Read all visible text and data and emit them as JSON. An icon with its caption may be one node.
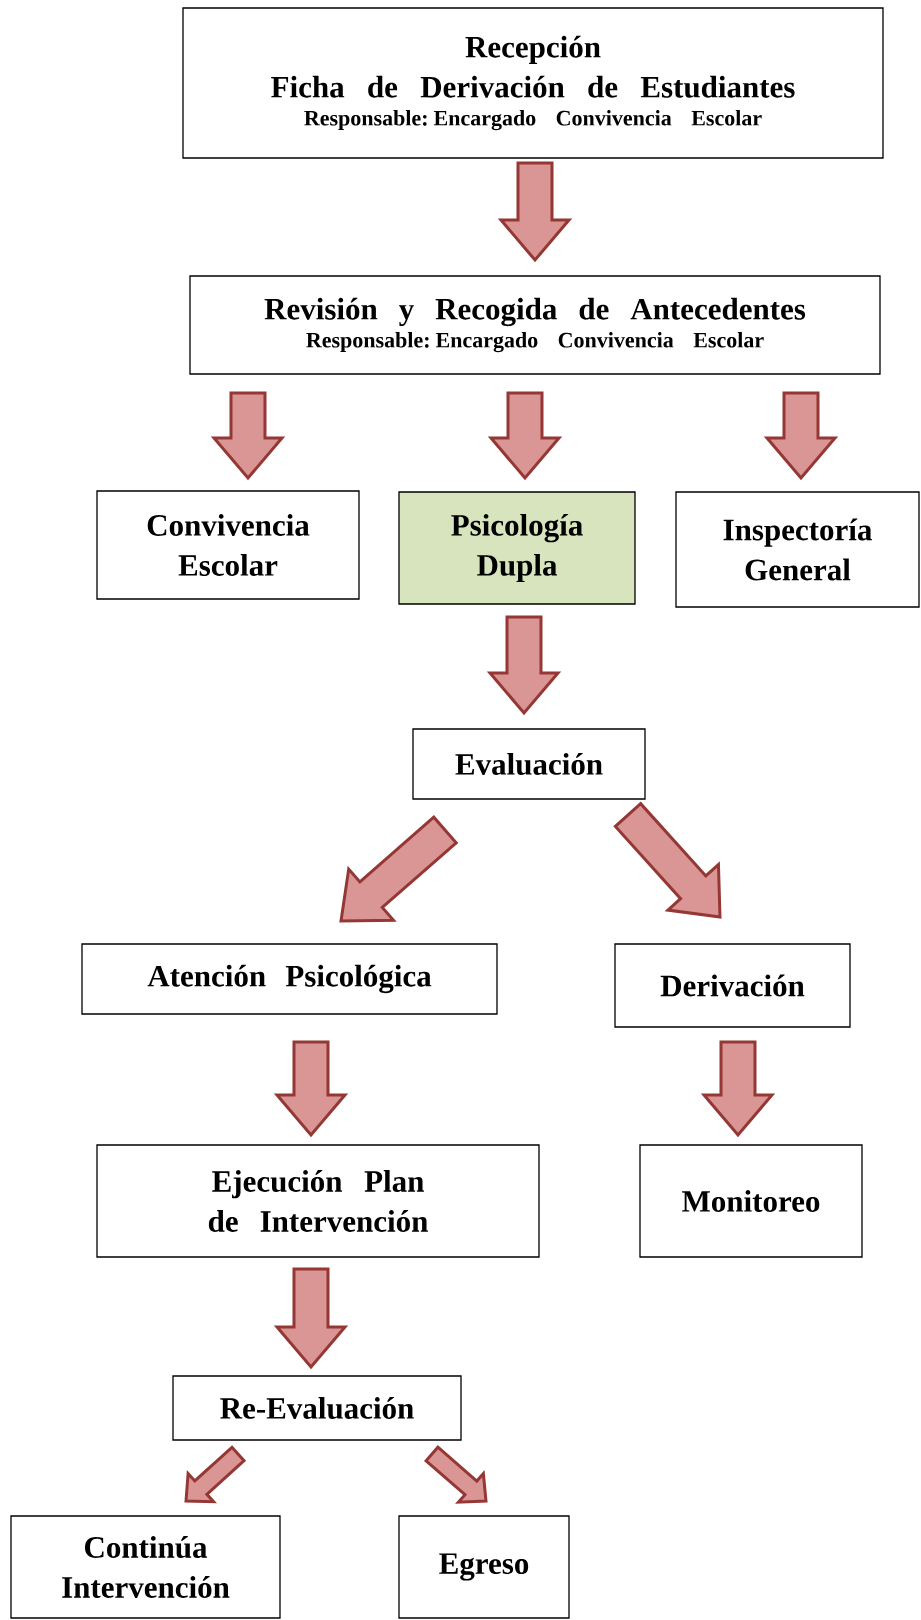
{
  "diagram": {
    "nodes": [
      {
        "text": [
          "Recepción",
          "Ficha de Derivación de Estudiantes",
          "Responsable: Encargado Convivencia Escolar"
        ]
      },
      {
        "text": [
          "Revisión y Recogida de Antecedentes",
          "Responsable: Encargado Convivencia Escolar"
        ]
      },
      {
        "text": [
          "Convivencia Escolar"
        ]
      },
      {
        "text": [
          "Psicología Dupla"
        ]
      },
      {
        "text": [
          "Inspectoría General"
        ]
      },
      {
        "text": [
          "Evaluación"
        ]
      },
      {
        "text": [
          "Atención Psicológica"
        ]
      },
      {
        "text": [
          "Derivación"
        ]
      },
      {
        "text": [
          "Ejecución Plan de Intervención"
        ]
      },
      {
        "text": [
          "Monitoreo"
        ]
      },
      {
        "text": [
          "Re-Evaluación"
        ]
      },
      {
        "text": [
          "Continúa Intervención"
        ]
      },
      {
        "text": [
          "Egreso"
        ]
      }
    ],
    "edges": [
      {
        "from": 0,
        "to": 1,
        "arrow": "to"
      },
      {
        "from": 1,
        "to": 2,
        "arrow": "to"
      },
      {
        "from": 1,
        "to": 3,
        "arrow": "to"
      },
      {
        "from": 1,
        "to": 4,
        "arrow": "to"
      },
      {
        "from": 3,
        "to": 5,
        "arrow": "to"
      },
      {
        "from": 5,
        "to": 6,
        "arrow": "to"
      },
      {
        "from": 5,
        "to": 7,
        "arrow": "to"
      },
      {
        "from": 6,
        "to": 8,
        "arrow": "to"
      },
      {
        "from": 7,
        "to": 9,
        "arrow": "to"
      },
      {
        "from": 8,
        "to": 10,
        "arrow": "to"
      },
      {
        "from": 10,
        "to": 11,
        "arrow": "to"
      },
      {
        "from": 10,
        "to": 12,
        "arrow": "to"
      }
    ]
  }
}
